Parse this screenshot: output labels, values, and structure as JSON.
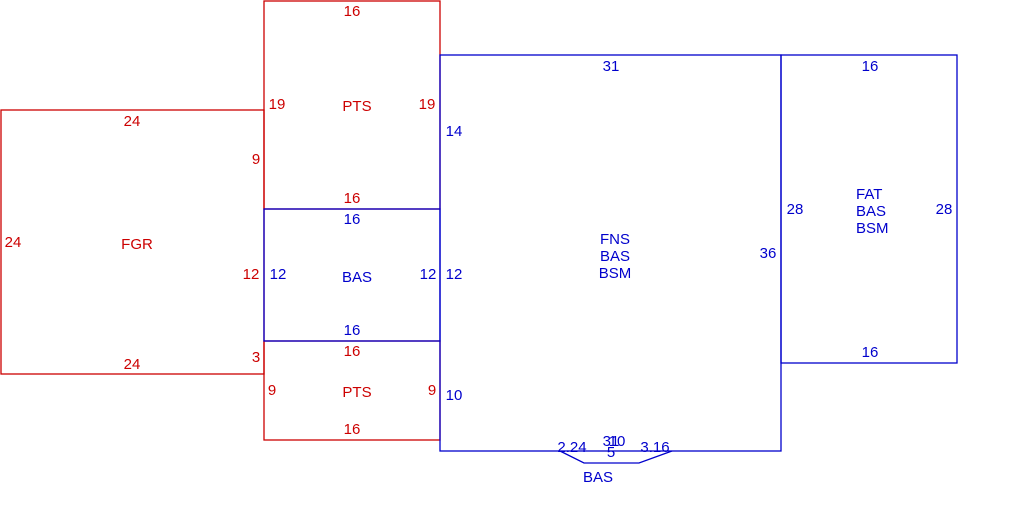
{
  "colors": {
    "red": "#cc0000",
    "blue": "#0000cc",
    "background": "#ffffff"
  },
  "areas": {
    "fgr": {
      "label": "FGR",
      "dims": {
        "top": "24",
        "bottom": "24",
        "left": "24",
        "right_upper": "9",
        "right_middle": "12",
        "right_lower": "3"
      }
    },
    "pts_top": {
      "label": "PTS",
      "dims": {
        "top": "16",
        "bottom": "16",
        "left": "19",
        "right": "19"
      }
    },
    "bas_mid": {
      "label": "BAS",
      "dims": {
        "top": "16",
        "bottom": "16",
        "left": "12",
        "right": "12"
      }
    },
    "pts_bottom": {
      "label": "PTS",
      "dims": {
        "top": "16",
        "bottom": "16",
        "left": "9",
        "right": "9"
      }
    },
    "main": {
      "labels": [
        "FNS",
        "BAS",
        "BSM"
      ],
      "dims": {
        "top": "31",
        "left_upper": "14",
        "left_middle": "12",
        "left_lower": "10",
        "right": "36",
        "bottom_1": "31",
        "bottom_2": "10"
      }
    },
    "bay": {
      "label": "BAS",
      "dims": {
        "left": "2.24",
        "bottom": "5",
        "right": "3.16"
      }
    },
    "right_wing": {
      "labels": [
        "FAT",
        "BAS",
        "BSM"
      ],
      "dims": {
        "top": "16",
        "bottom": "16",
        "left": "28",
        "right": "28"
      }
    }
  }
}
